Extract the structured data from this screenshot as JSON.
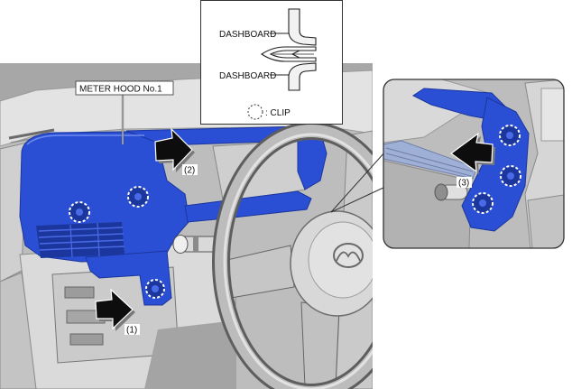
{
  "illustration": {
    "part_label": "METER HOOD No.1",
    "steps": [
      "(1)",
      "(2)",
      "(3)"
    ]
  },
  "clip_detail": {
    "upper_label": "DASHBOARD",
    "lower_label": "DASHBOARD",
    "legend_text": ": CLIP"
  },
  "icons": {
    "removal_direction": "block-arrow-icon",
    "clip_marker": "dashed-circle-clip-icon",
    "steering_wheel_emblem": "mazda-logo-icon"
  },
  "colors": {
    "part_highlight": "#2a4fd4",
    "part_shadow": "#1b369c",
    "arrow": "#0d0d0d",
    "scene_background": "#bdbdbd",
    "clip_marker_outline": "#ffffff",
    "label_box": "#ffffff"
  }
}
